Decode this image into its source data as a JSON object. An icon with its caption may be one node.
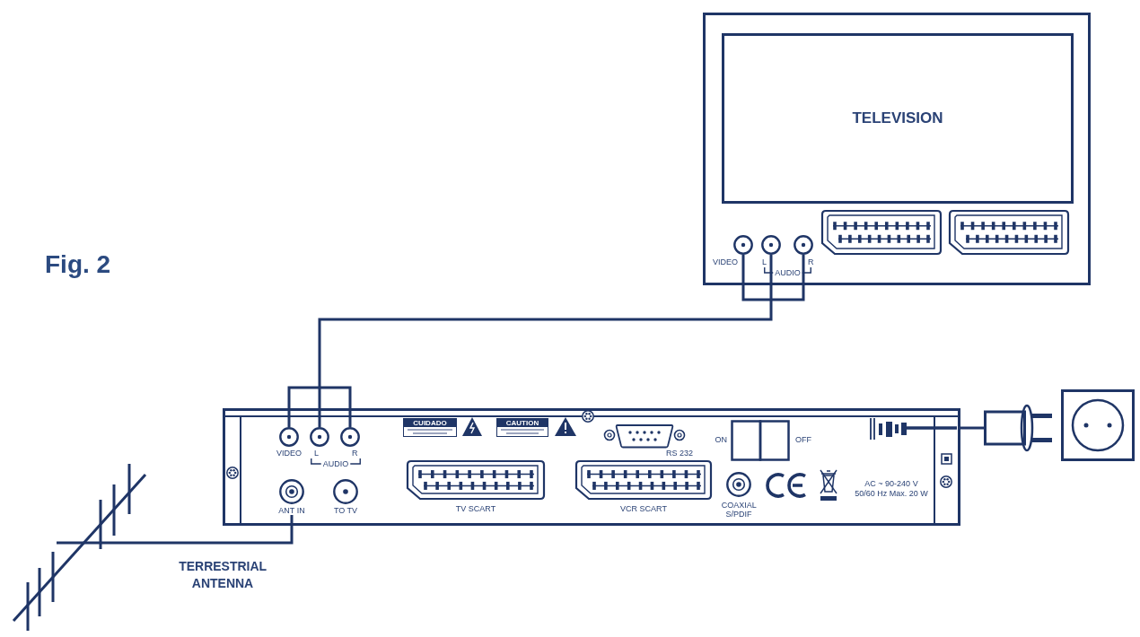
{
  "diagram": {
    "nodes": [
      {
        "text": [],
        "shape": "box"
      },
      {
        "text": [
          "TELEVISION"
        ],
        "in": 0
      },
      {
        "text": [],
        "shape": "circle",
        "in": 0,
        "beside": [
          "VIDEO"
        ]
      },
      {
        "text": [],
        "shape": "circle",
        "in": 0,
        "beside": [
          "L"
        ]
      },
      {
        "text": [],
        "shape": "circle",
        "in": 0,
        "beside": [
          "R"
        ]
      },
      {
        "text": [],
        "shape": "box"
      },
      {
        "text": [],
        "shape": "circle",
        "in": 5,
        "beside": [
          "VIDEO"
        ]
      },
      {
        "text": [],
        "shape": "circle",
        "in": 5,
        "beside": [
          "L"
        ]
      },
      {
        "text": [],
        "shape": "circle",
        "in": 5,
        "beside": [
          "R"
        ]
      },
      {
        "text": [],
        "shape": "circle",
        "in": 5,
        "beside": [
          "ANT IN"
        ]
      },
      {
        "text": [],
        "shape": "picture",
        "beside": [
          "TERRESTRIAL ANTENNA"
        ]
      },
      {
        "text": [],
        "shape": "plug"
      },
      {
        "text": [],
        "shape": "socket"
      }
    ],
    "edges": [
      {
        "from": 2,
        "to": 6,
        "arrow": "none"
      },
      {
        "from": 2,
        "to": 7,
        "arrow": "none"
      },
      {
        "from": 2,
        "to": 8,
        "arrow": "none"
      },
      {
        "from": 3,
        "to": 6,
        "arrow": "none"
      },
      {
        "from": 3,
        "to": 7,
        "arrow": "none"
      },
      {
        "from": 3,
        "to": 8,
        "arrow": "none"
      },
      {
        "from": 4,
        "to": 6,
        "arrow": "none"
      },
      {
        "from": 4,
        "to": 7,
        "arrow": "none"
      },
      {
        "from": 4,
        "to": 8,
        "arrow": "none"
      },
      {
        "from": 10,
        "to": 9,
        "arrow": "none"
      },
      {
        "from": 5,
        "to": 11,
        "arrow": "none"
      }
    ],
    "labels": [
      "Fig. 2",
      "AUDIO",
      "CUIDADO",
      "CAUTION",
      "ON",
      "OFF",
      "RS 232",
      "AUDIO",
      "TO TV",
      "TV SCART",
      "VCR SCART",
      "COAXIAL S/PDIF",
      "AC ~ 90-240 V 50/60 Hz Max. 20 W"
    ]
  }
}
